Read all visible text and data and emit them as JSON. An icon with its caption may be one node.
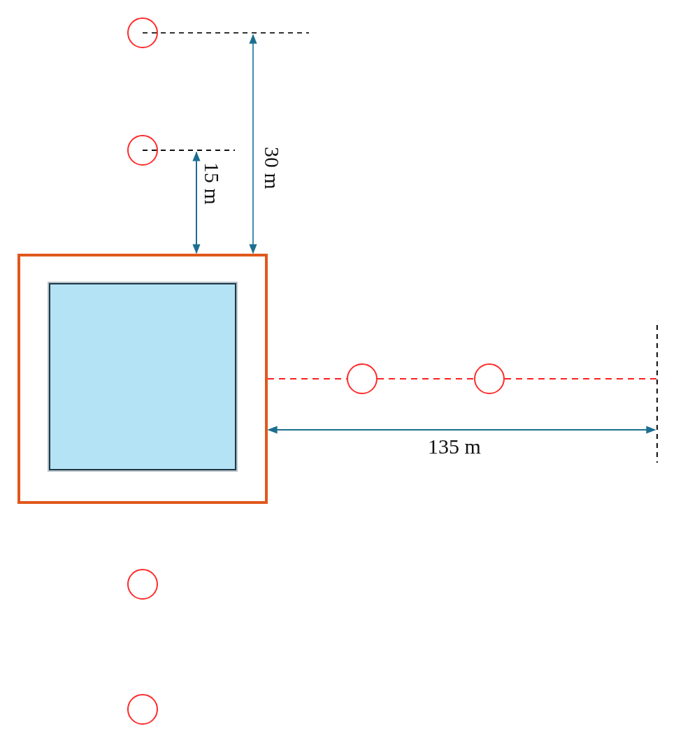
{
  "diagram": {
    "nodes": [
      {
        "text": [],
        "shape": "circle"
      },
      {
        "text": [],
        "shape": "circle"
      },
      {
        "text": [],
        "shape": "box"
      },
      {
        "text": [],
        "shape": "box",
        "in": 2
      },
      {
        "text": [],
        "shape": "circle"
      },
      {
        "text": [],
        "shape": "circle"
      },
      {
        "text": [],
        "shape": "circle"
      },
      {
        "text": [],
        "shape": "circle"
      }
    ],
    "edges": [
      {
        "from": 2,
        "to": 4,
        "arrow": "none",
        "style": "dashed",
        "color": "#ff2020"
      },
      {
        "from": 4,
        "to": 5,
        "arrow": "none",
        "style": "dashed",
        "color": "#ff2020"
      },
      {
        "from": 5,
        "to": null,
        "arrow": "none",
        "style": "dashed",
        "color": "#ff2020"
      }
    ],
    "labels": [
      "30 m",
      "15 m",
      "135 m"
    ]
  }
}
